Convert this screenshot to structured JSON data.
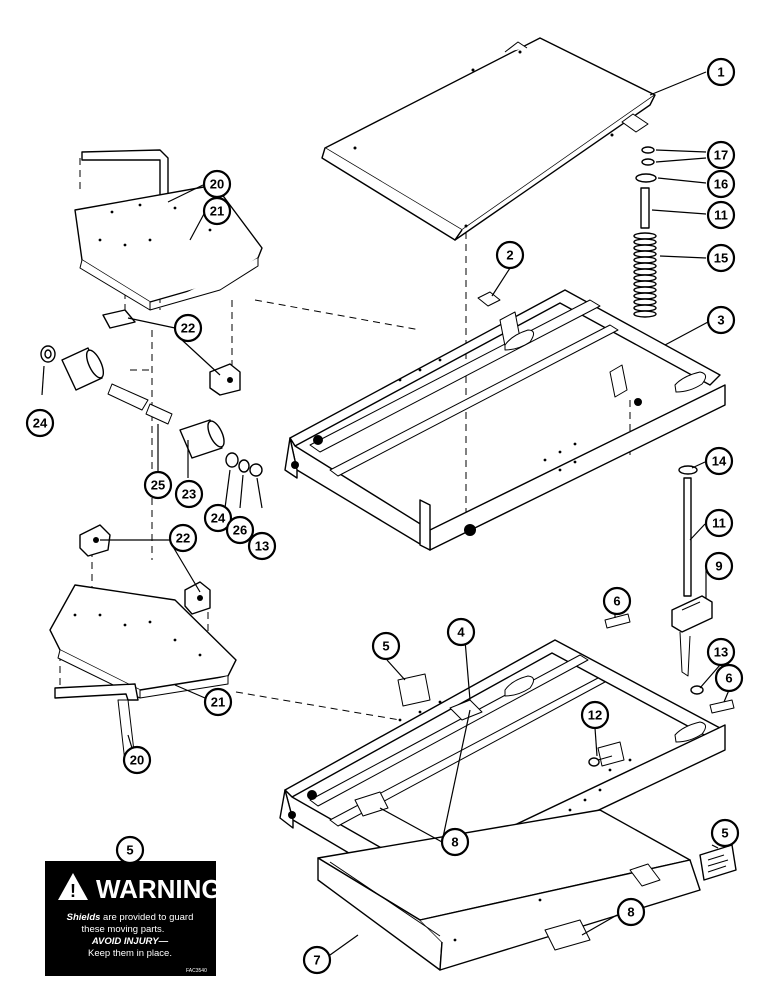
{
  "callouts": {
    "c1": "1",
    "c17": "17",
    "c16": "16",
    "c11a": "11",
    "c15": "15",
    "c2": "2",
    "c3": "3",
    "c20a": "20",
    "c21a": "21",
    "c22a": "22",
    "c24a": "24",
    "c25": "25",
    "c23": "23",
    "c24b": "24",
    "c26": "26",
    "c13a": "13",
    "c22b": "22",
    "c14": "14",
    "c11b": "11",
    "c9": "9",
    "c6a": "6",
    "c5a": "5",
    "c4": "4",
    "c13b": "13",
    "c6b": "6",
    "c12": "12",
    "c21b": "21",
    "c20b": "20",
    "c8a": "8",
    "c5b": "5",
    "c5c": "5",
    "c8b": "8",
    "c7": "7"
  },
  "warning_decal": {
    "title": "WARNING",
    "line1_bold": "Shields",
    "line1_rest": " are provided to guard",
    "line2": "these moving parts.",
    "line3": "AVOID INJURY—",
    "line4": "Keep them in place.",
    "code": "FAC3540"
  }
}
